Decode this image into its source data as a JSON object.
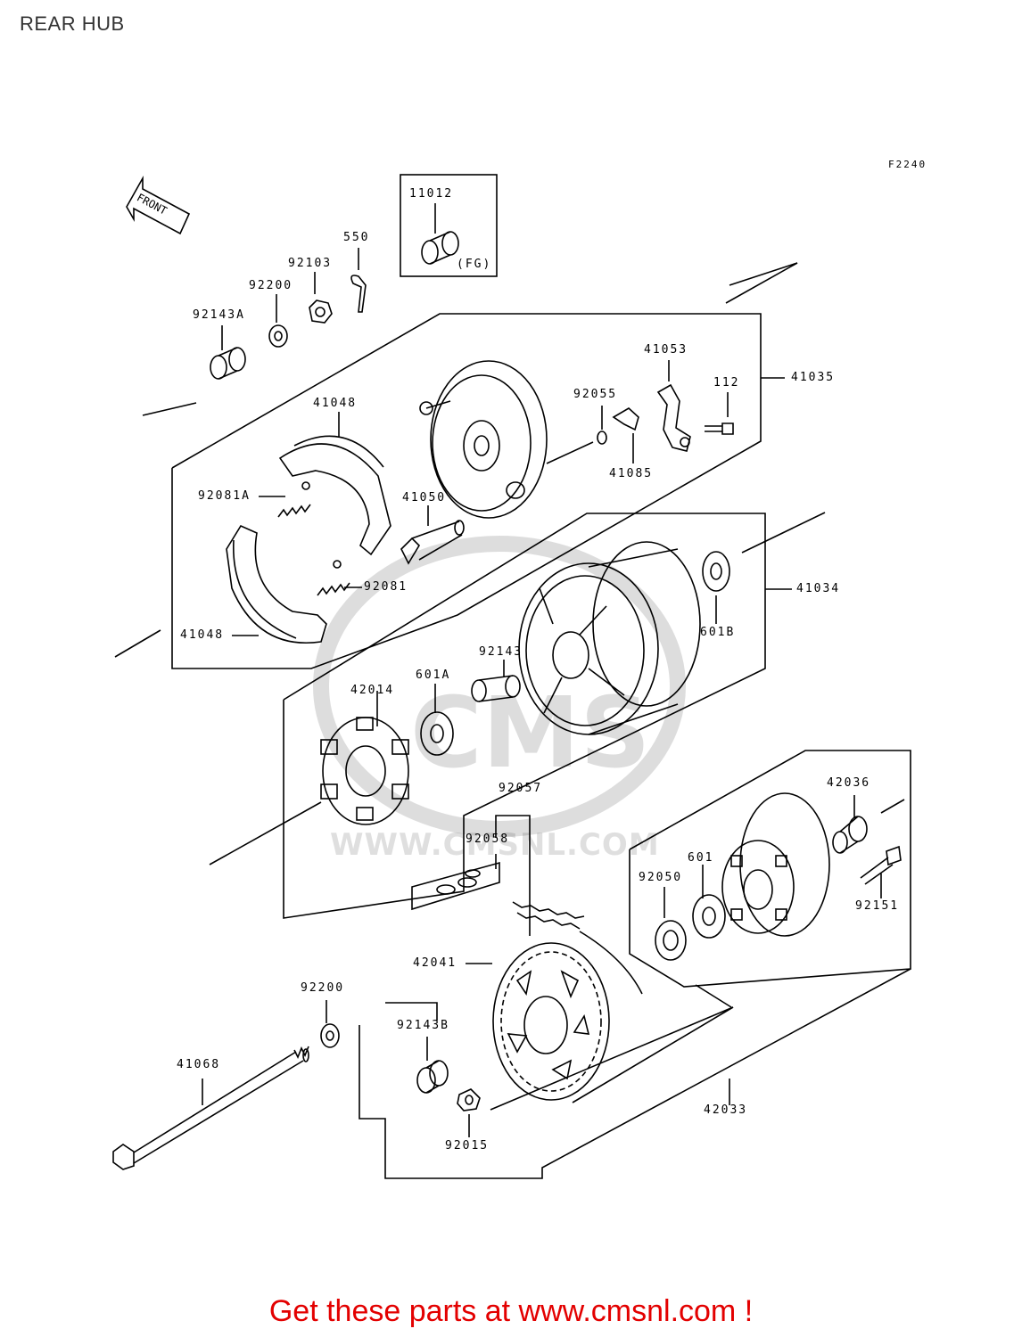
{
  "header": {
    "title": "REAR HUB"
  },
  "figure_code": "F2240",
  "front_arrow_label": "FRONT",
  "parts": [
    {
      "id": "11012",
      "note": "(FG)"
    },
    {
      "id": "550"
    },
    {
      "id": "92103"
    },
    {
      "id": "92200"
    },
    {
      "id": "92143A"
    },
    {
      "id": "41053"
    },
    {
      "id": "112"
    },
    {
      "id": "41035"
    },
    {
      "id": "92055"
    },
    {
      "id": "41085"
    },
    {
      "id": "41048"
    },
    {
      "id": "92081A"
    },
    {
      "id": "41050"
    },
    {
      "id": "92081"
    },
    {
      "id": "41048"
    },
    {
      "id": "41034"
    },
    {
      "id": "601B"
    },
    {
      "id": "92143"
    },
    {
      "id": "601A"
    },
    {
      "id": "42014"
    },
    {
      "id": "92057"
    },
    {
      "id": "92058"
    },
    {
      "id": "42036"
    },
    {
      "id": "601"
    },
    {
      "id": "92050"
    },
    {
      "id": "92151"
    },
    {
      "id": "42041"
    },
    {
      "id": "92200"
    },
    {
      "id": "92143B"
    },
    {
      "id": "41068"
    },
    {
      "id": "92015"
    },
    {
      "id": "42033"
    }
  ],
  "watermark": {
    "brand": "CMS",
    "url": "WWW.CMSNL.COM"
  },
  "footer": {
    "cta": "Get these parts at www.cmsnl.com !"
  }
}
